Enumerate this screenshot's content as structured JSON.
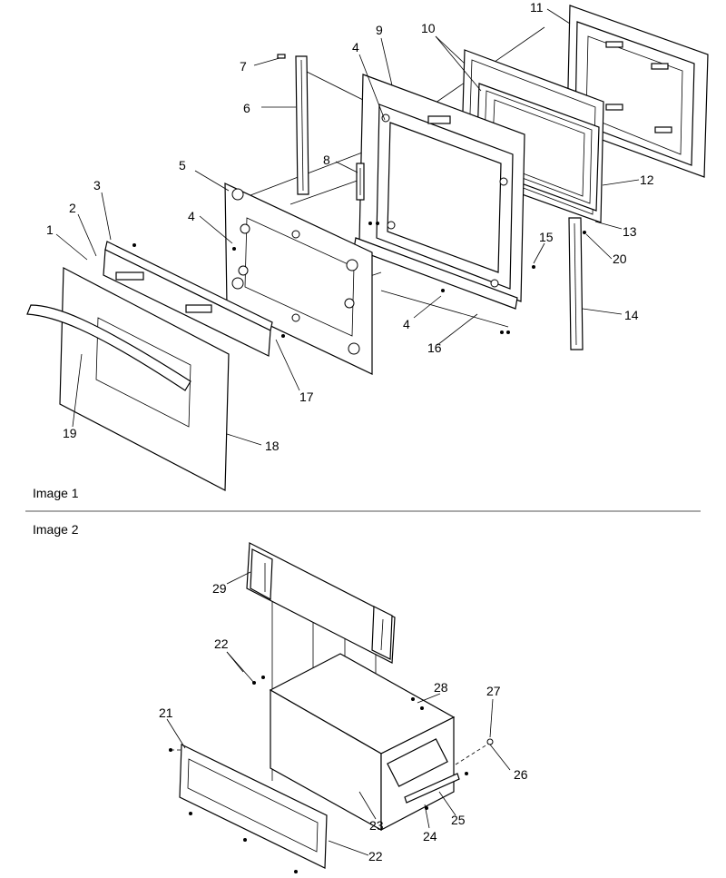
{
  "captions": {
    "image1": "Image 1",
    "image2": "Image 2"
  },
  "callouts": {
    "c1": "1",
    "c2": "2",
    "c3": "3",
    "c4a": "4",
    "c4b": "4",
    "c4c": "4",
    "c5": "5",
    "c6": "6",
    "c7": "7",
    "c8": "8",
    "c9": "9",
    "c10": "10",
    "c11": "11",
    "c12": "12",
    "c13": "13",
    "c14": "14",
    "c15": "15",
    "c16": "16",
    "c17": "17",
    "c18": "18",
    "c19": "19",
    "c20": "20",
    "c21": "21",
    "c22a": "22",
    "c22b": "22",
    "c23": "23",
    "c24": "24",
    "c25": "25",
    "c26": "26",
    "c27": "27",
    "c28": "28",
    "c29": "29"
  }
}
